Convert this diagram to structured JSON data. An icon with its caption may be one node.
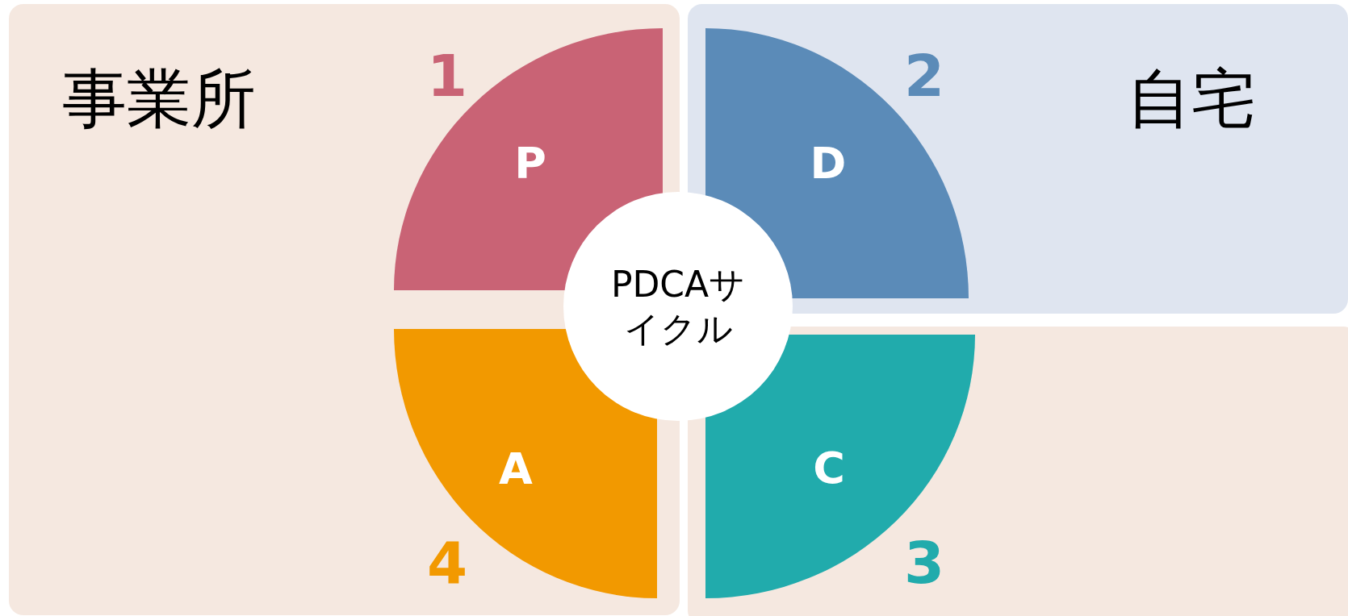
{
  "diagram": {
    "nodes": [
      {
        "text": [
          "事業所"
        ]
      },
      {
        "text": [
          "自宅"
        ]
      },
      {
        "text": [],
        "shape": "box"
      },
      {
        "text": [
          "P"
        ],
        "beside": [
          "1"
        ],
        "in": 0
      },
      {
        "text": [
          "D"
        ],
        "beside": [
          "2"
        ],
        "in": 1
      },
      {
        "text": [
          "C"
        ],
        "beside": [
          "3"
        ],
        "in": 2
      },
      {
        "text": [
          "A"
        ],
        "beside": [
          "4"
        ],
        "in": 0
      },
      {
        "text": [
          "PDCAサイクル"
        ]
      }
    ]
  }
}
